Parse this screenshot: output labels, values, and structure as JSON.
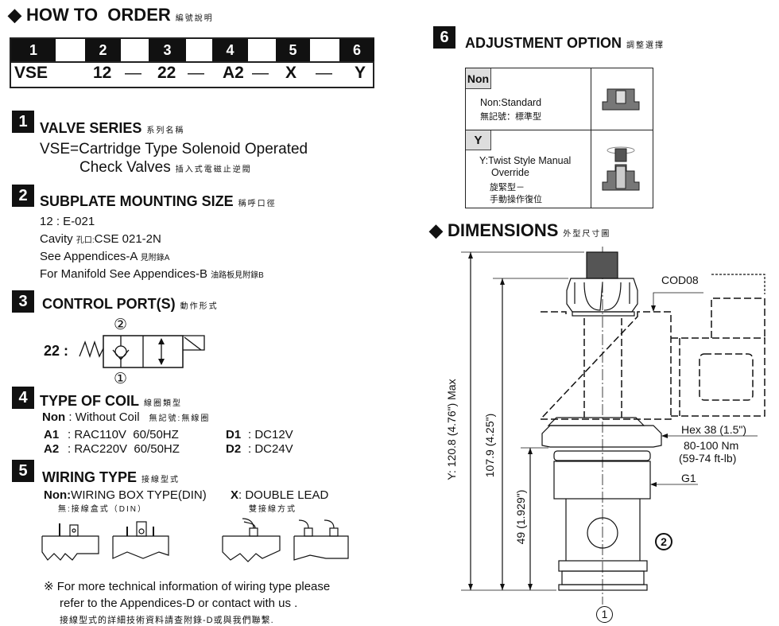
{
  "how_to_order": {
    "title": "HOW TO  ORDER",
    "title_zh": "編號說明",
    "positions": [
      "1",
      "2",
      "3",
      "4",
      "5",
      "6"
    ],
    "code": [
      "VSE",
      "12",
      "—",
      "22",
      "—",
      "A2",
      "—",
      "X",
      "—",
      "Y"
    ]
  },
  "sec1": {
    "num": "1",
    "title": "VALVE SERIES",
    "title_zh": "系列名稱",
    "line1": "VSE=Cartridge Type Solenoid Operated",
    "line2": "Check Valves",
    "line2_zh": "插入式電磁止逆閥"
  },
  "sec2": {
    "num": "2",
    "title": "SUBPLATE MOUNTING SIZE",
    "title_zh": "稱呼口徑",
    "lines": [
      "12 : E-021",
      "Cavity",
      "孔口:",
      "CSE 021-2N",
      "See Appendices-A",
      "見附錄A",
      "For Manifold See Appendices-B",
      "油路板見附錄B"
    ]
  },
  "sec3": {
    "num": "3",
    "title": "CONTROL PORT(S)",
    "title_zh": "動作形式",
    "code": "22 :",
    "port_top": "②",
    "port_bottom": "①"
  },
  "sec4": {
    "num": "4",
    "title": "TYPE OF COIL",
    "title_zh": "線圈類型",
    "non_key": "Non",
    "non_val": ": Without Coil",
    "non_zh": "無記號:無線圈",
    "items": [
      {
        "key": "A1",
        "val": ": RAC110V  60/50HZ"
      },
      {
        "key": "A2",
        "val": ": RAC220V  60/50HZ"
      },
      {
        "key": "D1",
        "val": ": DC12V"
      },
      {
        "key": "D2",
        "val": ": DC24V"
      }
    ]
  },
  "sec5": {
    "num": "5",
    "title": "WIRING TYPE",
    "title_zh": "接線型式",
    "non_key": "Non:",
    "non_val": "WIRING BOX TYPE(DIN)",
    "non_zh": "無:接線盒式（DIN）",
    "x_key": "X",
    "x_val": ": DOUBLE LEAD",
    "x_zh": "雙接線方式",
    "note1": "※ For more technical information of wiring type  please",
    "note2": "refer to the Appendices-D or contact with us .",
    "note3": "接線型式的詳細技術資料請查附錄-D或與我們聯繫."
  },
  "sec6": {
    "num": "6",
    "title": "ADJUSTMENT OPTION",
    "title_zh": "調整選擇",
    "options": [
      {
        "code": "Non",
        "desc": "Non:Standard",
        "desc_zh": "無記號：標準型"
      },
      {
        "code": "Y",
        "desc": "Y:Twist Style Manual",
        "desc2": "Override",
        "desc_zh": "旋緊型－",
        "desc_zh2": "手動操作復位"
      }
    ]
  },
  "dimensions": {
    "title": "DIMENSIONS",
    "title_zh": "外型尺寸圖",
    "dim_total": "Y: 120.8 (4.76\") Max",
    "dim_body": "107.9 (4.25\")",
    "dim_lower": "49 (1.929\")",
    "coil": "COD08",
    "hex": "Hex 38 (1.5\")",
    "torque": "80-100 Nm",
    "torque_imp": "(59-74 ft-lb)",
    "thread": "G1",
    "port2": "2",
    "port1": "1"
  }
}
